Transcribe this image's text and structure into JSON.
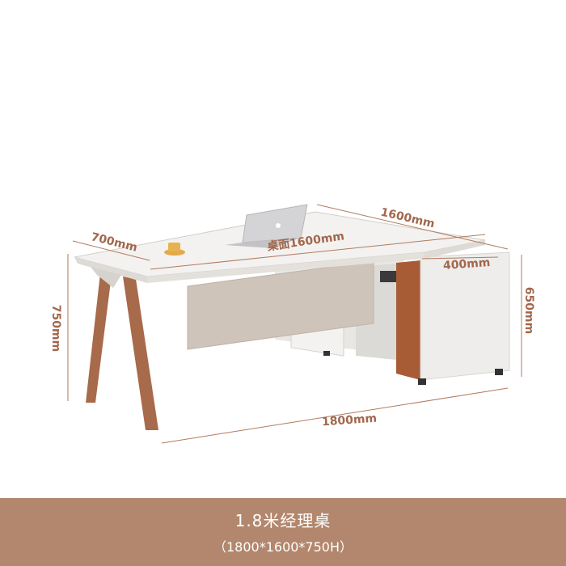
{
  "product": {
    "title": "1.8米经理桌",
    "subtitle": "（1800*1600*750H）"
  },
  "dimensions": {
    "depth": "700mm",
    "return_length": "1600mm",
    "desktop_length": "桌面1600mm",
    "cabinet_depth": "400mm",
    "cabinet_height": "650mm",
    "desk_height": "750mm",
    "total_length": "1800mm"
  },
  "colors": {
    "banner": "#b3876d",
    "wood_accent": "#a76a4a",
    "dimension_text": "#a2674c"
  }
}
